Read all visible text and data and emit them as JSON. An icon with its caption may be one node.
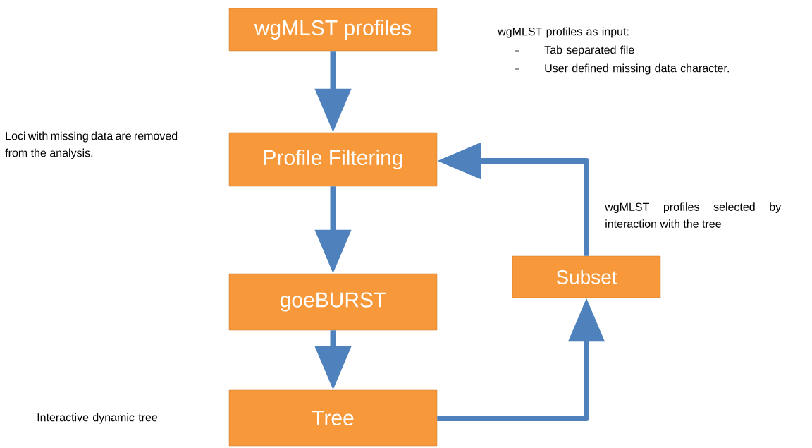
{
  "diagram": {
    "nodes": [
      {
        "text": [
          "wgMLST profiles"
        ]
      },
      {
        "text": [
          "Profile Filtering"
        ]
      },
      {
        "text": [
          "goeBURST"
        ]
      },
      {
        "text": [
          "Tree"
        ]
      },
      {
        "text": [
          "Subset"
        ]
      }
    ],
    "edges": [
      {
        "from": 0,
        "to": 1,
        "arrow": "to"
      },
      {
        "from": 1,
        "to": 2,
        "arrow": "to"
      },
      {
        "from": 2,
        "to": 3,
        "arrow": "to"
      },
      {
        "from": 3,
        "to": 4,
        "arrow": "to"
      },
      {
        "from": 4,
        "to": 1,
        "arrow": "to"
      }
    ],
    "labels": [
      "wgMLST profiles as input:",
      "Tab separated file",
      "User defined missing data character.",
      "Loci with missing data are removed from the analysis.",
      "wgMLST profiles selected by interaction with the tree",
      "Interactive dynamic tree"
    ]
  }
}
